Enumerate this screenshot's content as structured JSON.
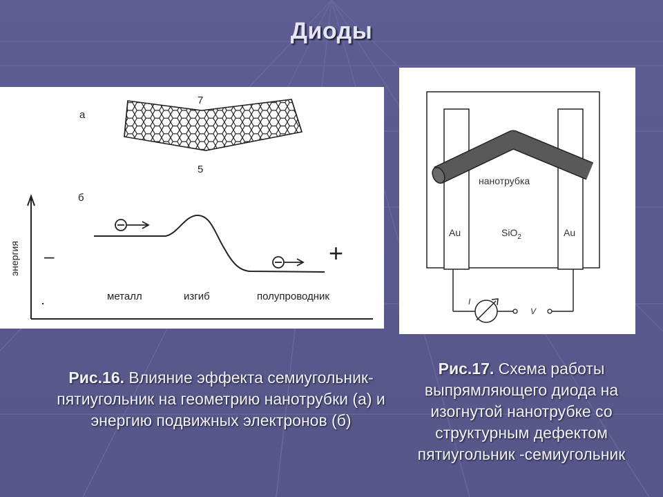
{
  "slide": {
    "title": "Диоды"
  },
  "fig16": {
    "label_a": "а",
    "label_b": "б",
    "label_7": "7",
    "label_5": "5",
    "axis_label": "энергия",
    "minus_sign": "–",
    "plus_sign": "+",
    "region_metal": "металл",
    "region_bend": "изгиб",
    "region_semiconductor": "полупроводник",
    "electron_symbol": "−"
  },
  "fig17": {
    "label_nanotube": "нанотрубка",
    "label_au_left": "Au",
    "label_au_right": "Au",
    "label_sio2": "SiO",
    "label_sio2_sub": "2",
    "label_current": "I",
    "label_voltage": "V"
  },
  "captions": {
    "cap16_bold": "Рис.16.",
    "cap16_text": " Влияние эффекта семиугольник-пятиугольник на геометрию нанотрубки (а) и энергию подвижных электронов (б)",
    "cap17_bold": "Рис.17.",
    "cap17_text": " Схема работы выпрямляющего диода на изогнутой нанотрубке со структурным дефектом пятиугольник -семиугольник"
  },
  "colors": {
    "background": "#5a5a8e",
    "text": "#f2f2f8",
    "nanotube_fill": "#555555"
  }
}
